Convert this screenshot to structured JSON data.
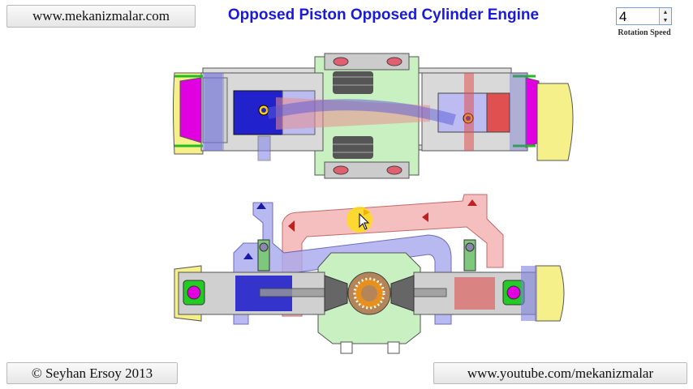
{
  "header": {
    "website_button": "www.mekanizmalar.com",
    "title": "Opposed Piston Opposed Cylinder Engine"
  },
  "speed_control": {
    "value": "4",
    "label": "Rotation Speed"
  },
  "diagram": {
    "top_view_label": "",
    "bottom_view_label": ""
  },
  "footer": {
    "copyright_button": "© Seyhan Ersoy 2013",
    "youtube_button": "www.youtube.com/mekanizmalar"
  },
  "colors": {
    "title": "#1a1adb",
    "intake": "#2222cc",
    "exhaust": "#e89090",
    "crankcase": "#c8f0c0",
    "cylinder_end": "#f5f08a",
    "accent_magenta": "#e000e0"
  }
}
